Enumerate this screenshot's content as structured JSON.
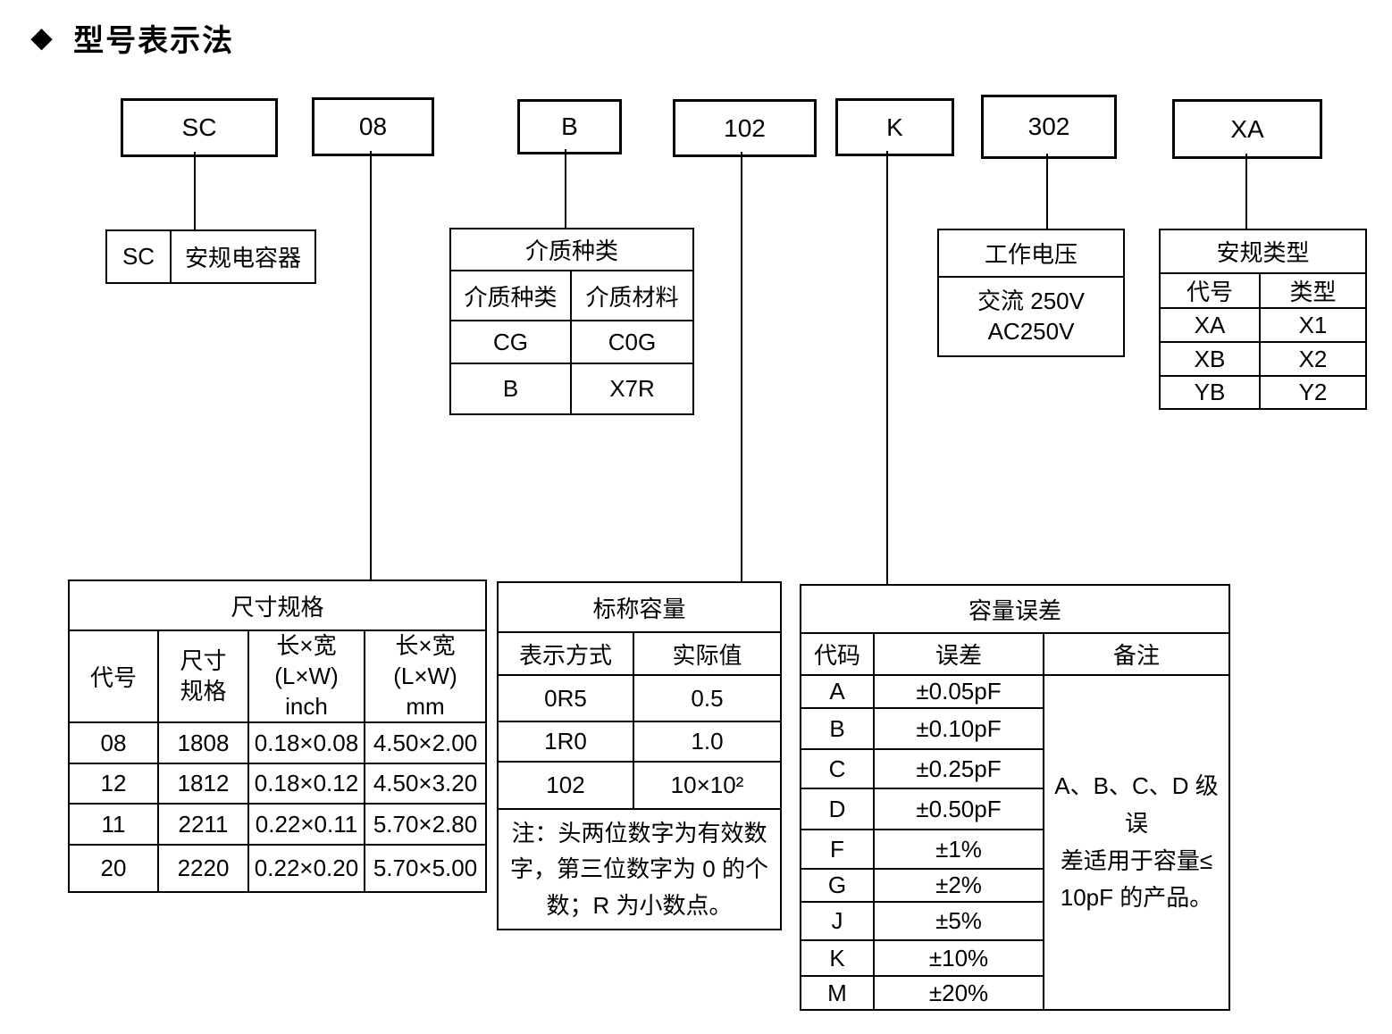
{
  "title": "型号表示法",
  "title_marker": "◆",
  "code_boxes": [
    {
      "label": "SC"
    },
    {
      "label": "08"
    },
    {
      "label": "B"
    },
    {
      "label": "102"
    },
    {
      "label": "K"
    },
    {
      "label": "302"
    },
    {
      "label": "XA"
    }
  ],
  "sc_legend": {
    "code": "SC",
    "desc": "安规电容器"
  },
  "dielectric": {
    "title": "介质种类",
    "headers": [
      "介质种类",
      "介质材料"
    ],
    "rows": [
      [
        "CG",
        "C0G"
      ],
      [
        "B",
        "X7R"
      ]
    ]
  },
  "voltage": {
    "title": "工作电压",
    "value": "交流 250V\nAC250V"
  },
  "safety_type": {
    "title": "安规类型",
    "headers": [
      "代号",
      "类型"
    ],
    "rows": [
      [
        "XA",
        "X1"
      ],
      [
        "XB",
        "X2"
      ],
      [
        "YB",
        "Y2"
      ]
    ]
  },
  "size_spec": {
    "title": "尺寸规格",
    "headers": [
      "代号",
      "尺寸\n规格",
      "长×宽\n(L×W)\ninch",
      "长×宽\n(L×W)\nmm"
    ],
    "rows": [
      [
        "08",
        "1808",
        "0.18×0.08",
        "4.50×2.00"
      ],
      [
        "12",
        "1812",
        "0.18×0.12",
        "4.50×3.20"
      ],
      [
        "11",
        "2211",
        "0.22×0.11",
        "5.70×2.80"
      ],
      [
        "20",
        "2220",
        "0.22×0.20",
        "5.70×5.00"
      ]
    ]
  },
  "capacitance": {
    "title": "标称容量",
    "headers": [
      "表示方式",
      "实际值"
    ],
    "rows": [
      [
        "0R5",
        "0.5"
      ],
      [
        "1R0",
        "1.0"
      ],
      [
        "102",
        "10×10²"
      ]
    ],
    "note": "注：头两位数字为有效数\n字，第三位数字为 0 的个\n数；R 为小数点。"
  },
  "tolerance": {
    "title": "容量误差",
    "headers": [
      "代码",
      "误差",
      "备注"
    ],
    "rows": [
      [
        "A",
        "±0.05pF"
      ],
      [
        "B",
        "±0.10pF"
      ],
      [
        "C",
        "±0.25pF"
      ],
      [
        "D",
        "±0.50pF"
      ],
      [
        "F",
        "±1%"
      ],
      [
        "G",
        "±2%"
      ],
      [
        "J",
        "±5%"
      ],
      [
        "K",
        "±10%"
      ],
      [
        "M",
        "±20%"
      ]
    ],
    "remark": "A、B、C、D 级误\n差适用于容量≤\n10pF 的产品。"
  }
}
